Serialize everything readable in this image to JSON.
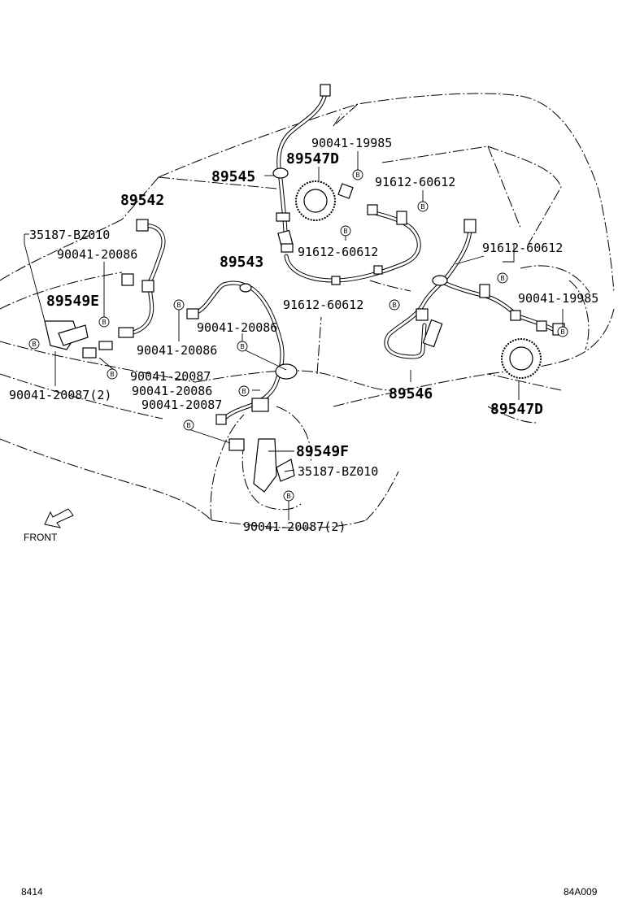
{
  "labels": {
    "p89545": "89545",
    "p89547D_top": "89547D",
    "p90041_19985_top": "90041-19985",
    "p91612_60612_a": "91612-60612",
    "p89542": "89542",
    "p91612_60612_b": "91612-60612",
    "p91612_60612_c": "91612-60612",
    "p35187_BZ010_left": "35187-BZ010",
    "p90041_20086_a": "90041-20086",
    "p89543": "89543",
    "p89549E": "89549E",
    "p91612_60612_d": "91612-60612",
    "p90041_19985_right": "90041-19985",
    "p90041_20086_b": "90041-20086",
    "p90041_20086_c": "90041-20086",
    "p90041_20087_a": "90041-20087",
    "p89546": "89546",
    "p90041_20087_2_left": "90041-20087(2)",
    "p90041_20086_d": "90041-20086",
    "p90041_20087_b": "90041-20087",
    "p89547D_bottom": "89547D",
    "p89549F": "89549F",
    "p35187_BZ010_right": "35187-BZ010",
    "p90041_20087_2_bottom": "90041-20087(2)",
    "front": "FRONT"
  },
  "footer": {
    "page_code": "8414",
    "figure_code": "84A009"
  },
  "bolt_letter": "B",
  "icons": [
    "front-arrow-icon",
    "bolt-b-icon"
  ]
}
